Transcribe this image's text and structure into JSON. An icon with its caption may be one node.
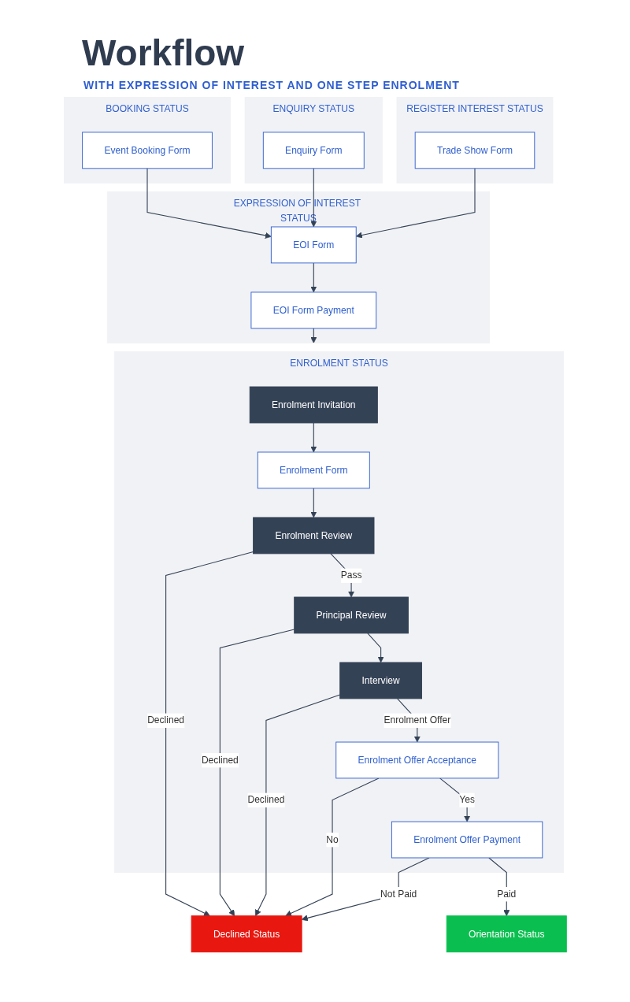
{
  "diagram": {
    "title": "Workflow",
    "nodes": [
      {
        "text": [
          "BOOKING STATUS"
        ]
      },
      {
        "text": [
          "Event Booking Form"
        ],
        "in": 0
      },
      {
        "text": [
          "ENQUIRY STATUS"
        ]
      },
      {
        "text": [
          "Enquiry Form"
        ],
        "in": 2
      },
      {
        "text": [
          "REGISTER INTEREST STATUS"
        ]
      },
      {
        "text": [
          "Trade Show Form"
        ],
        "in": 4
      },
      {
        "text": [
          "EXPRESSION OF INTEREST STATUS"
        ]
      },
      {
        "text": [
          "EOI Form"
        ],
        "in": 6
      },
      {
        "text": [
          "EOI Form Payment"
        ],
        "in": 6
      },
      {
        "text": [
          "ENROLMENT STATUS"
        ]
      },
      {
        "text": [
          "Enrolment Invitation"
        ],
        "in": 9
      },
      {
        "text": [
          "Enrolment Form"
        ],
        "in": 9
      },
      {
        "text": [
          "Enrolment Review"
        ],
        "in": 9
      },
      {
        "text": [
          "Principal Review"
        ],
        "in": 9
      },
      {
        "text": [
          "Interview"
        ],
        "in": 9
      },
      {
        "text": [
          "Enrolment Offer Acceptance"
        ],
        "in": 9
      },
      {
        "text": [
          "Enrolment Offer Payment"
        ],
        "in": 9
      },
      {
        "text": [
          "Declined Status"
        ]
      },
      {
        "text": [
          "Orientation Status"
        ]
      }
    ],
    "edges": [
      {
        "from": 1,
        "to": 7,
        "arrow": "to"
      },
      {
        "from": 3,
        "to": 7,
        "arrow": "to"
      },
      {
        "from": 5,
        "to": 7,
        "arrow": "to"
      },
      {
        "from": 7,
        "to": 8,
        "arrow": "to"
      },
      {
        "from": 8,
        "to": 9,
        "arrow": "to"
      },
      {
        "from": 10,
        "to": 11,
        "arrow": "to"
      },
      {
        "from": 11,
        "to": 12,
        "arrow": "to"
      },
      {
        "from": 12,
        "to": 17,
        "label": "Declined",
        "arrow": "to"
      },
      {
        "from": 12,
        "to": 13,
        "label": "Pass",
        "arrow": "to"
      },
      {
        "from": 13,
        "to": 17,
        "label": "Declined",
        "arrow": "to"
      },
      {
        "from": 13,
        "to": 14,
        "arrow": "to"
      },
      {
        "from": 14,
        "to": 17,
        "label": "Declined",
        "arrow": "to"
      },
      {
        "from": 14,
        "to": 15,
        "label": "Enrolment Offer",
        "arrow": "to"
      },
      {
        "from": 15,
        "to": 17,
        "label": "No",
        "arrow": "to"
      },
      {
        "from": 15,
        "to": 16,
        "label": "Yes",
        "arrow": "to"
      },
      {
        "from": 16,
        "to": 17,
        "label": "Not Paid",
        "arrow": "to"
      },
      {
        "from": 16,
        "to": 18,
        "label": "Paid",
        "arrow": "to"
      }
    ],
    "labels": [
      "WITH EXPRESSION OF INTEREST AND ONE STEP ENROLMENT"
    ]
  }
}
